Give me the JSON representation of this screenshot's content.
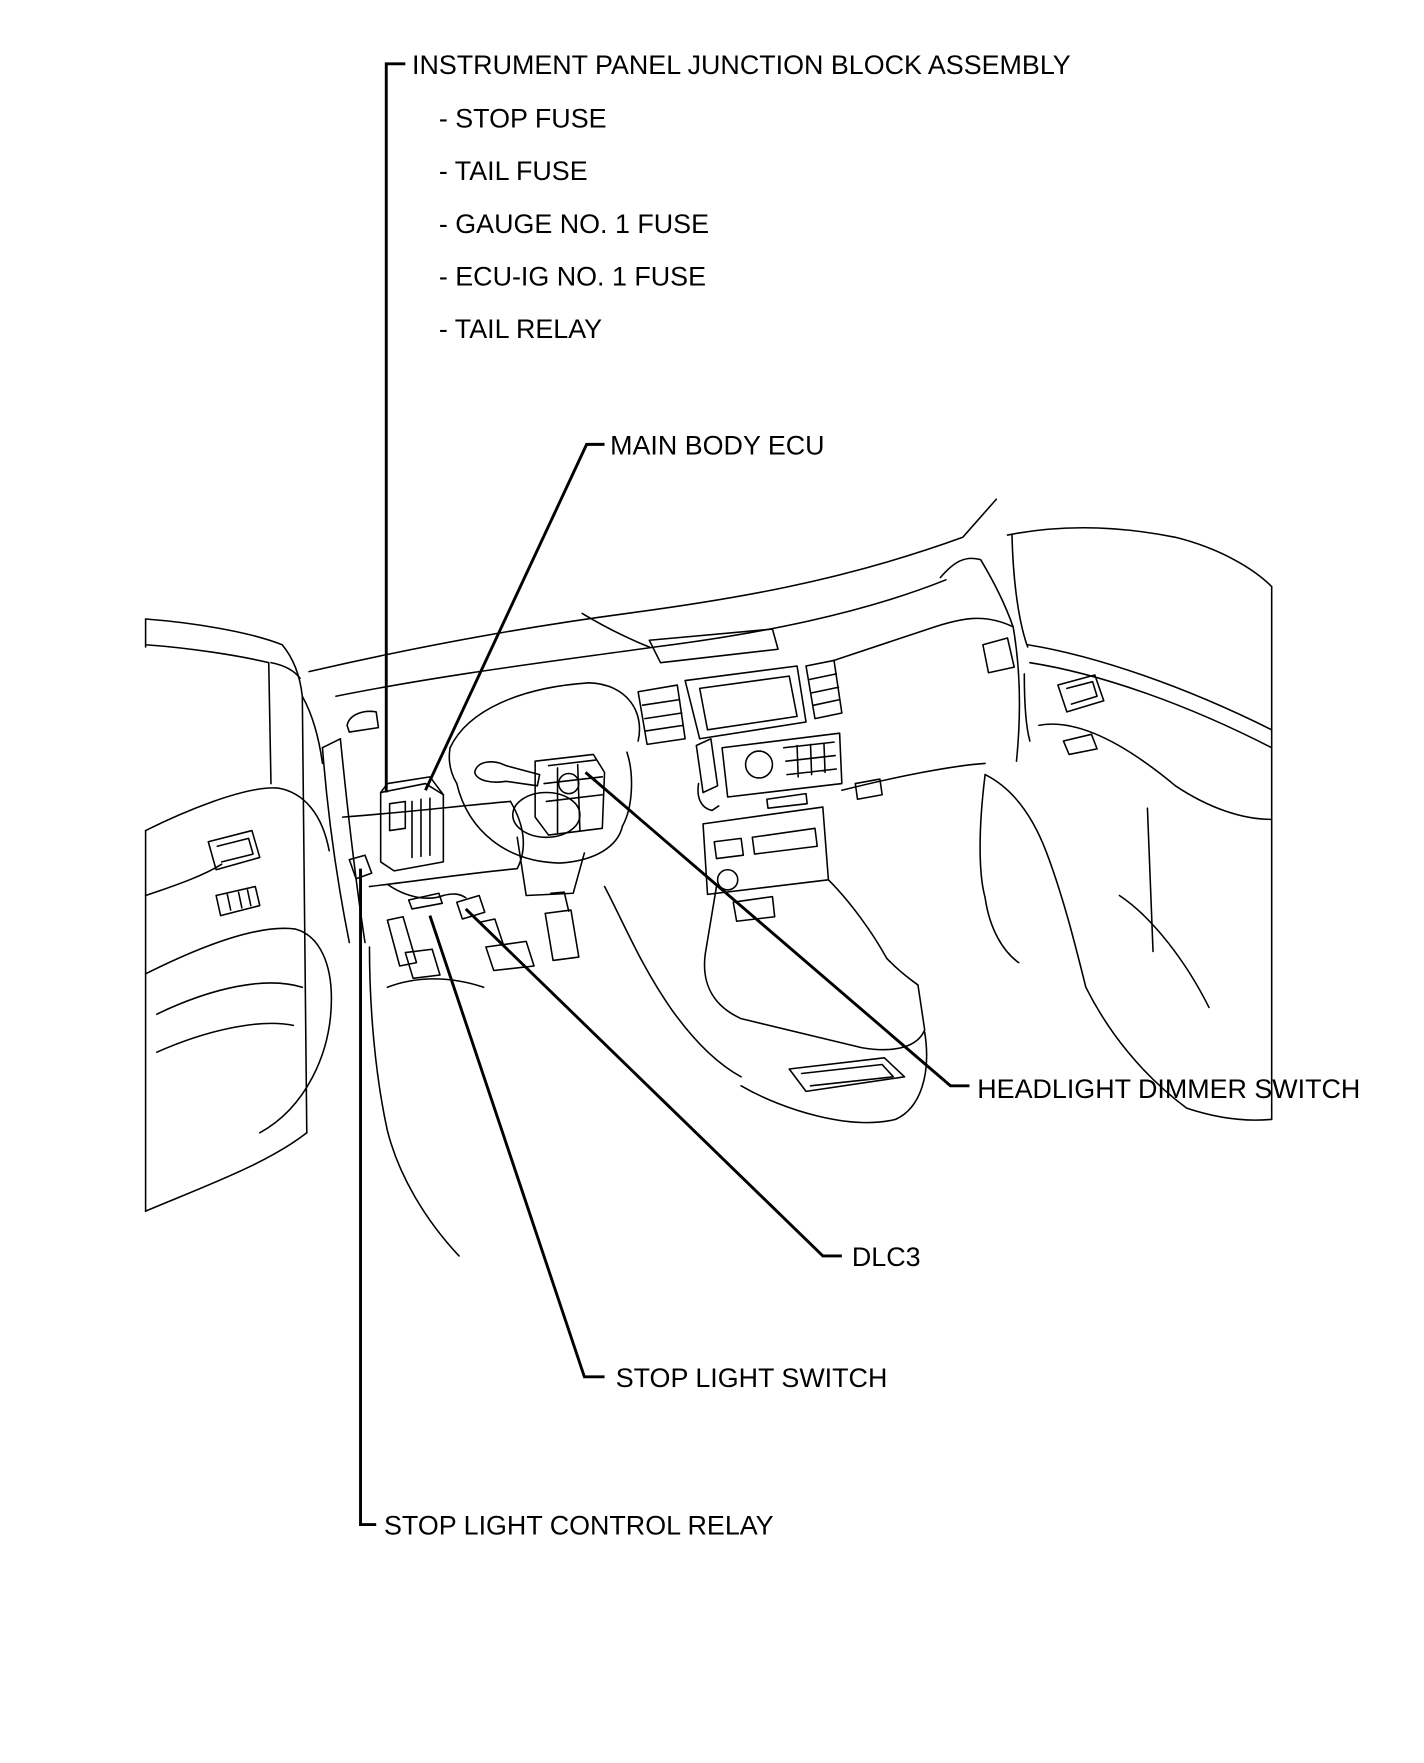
{
  "labels": {
    "junction_block": {
      "title": "INSTRUMENT PANEL JUNCTION BLOCK ASSEMBLY",
      "items": [
        "- STOP FUSE",
        "- TAIL FUSE",
        "- GAUGE NO. 1 FUSE",
        "- ECU-IG NO. 1 FUSE",
        "- TAIL RELAY"
      ]
    },
    "main_body_ecu": "MAIN BODY ECU",
    "headlight_dimmer_switch": "HEADLIGHT DIMMER SWITCH",
    "dlc3": "DLC3",
    "stop_light_switch": "STOP LIGHT SWITCH",
    "stop_light_control_relay": "STOP LIGHT CONTROL RELAY"
  },
  "colors": {
    "line": "#000000",
    "background": "#ffffff"
  }
}
